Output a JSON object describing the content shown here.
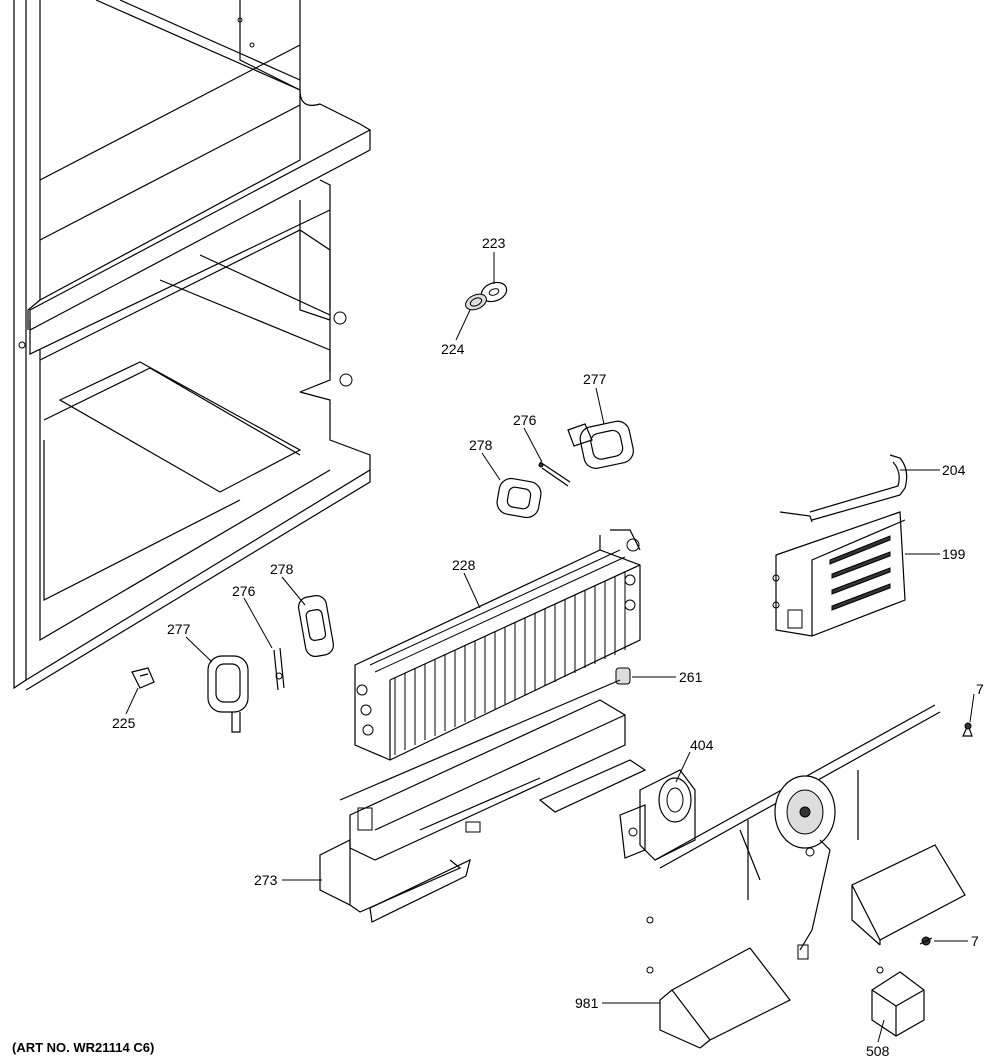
{
  "art_number": "(ART NO. WR21114 C6)",
  "callouts": {
    "c223": "223",
    "c224": "224",
    "c277a": "277",
    "c276a": "276",
    "c278a": "278",
    "c204": "204",
    "c199": "199",
    "c228": "228",
    "c278b": "278",
    "c276b": "276",
    "c277b": "277",
    "c225": "225",
    "c261": "261",
    "c7a": "7",
    "c404": "404",
    "c273": "273",
    "c7b": "7",
    "c981": "981",
    "c508": "508"
  }
}
